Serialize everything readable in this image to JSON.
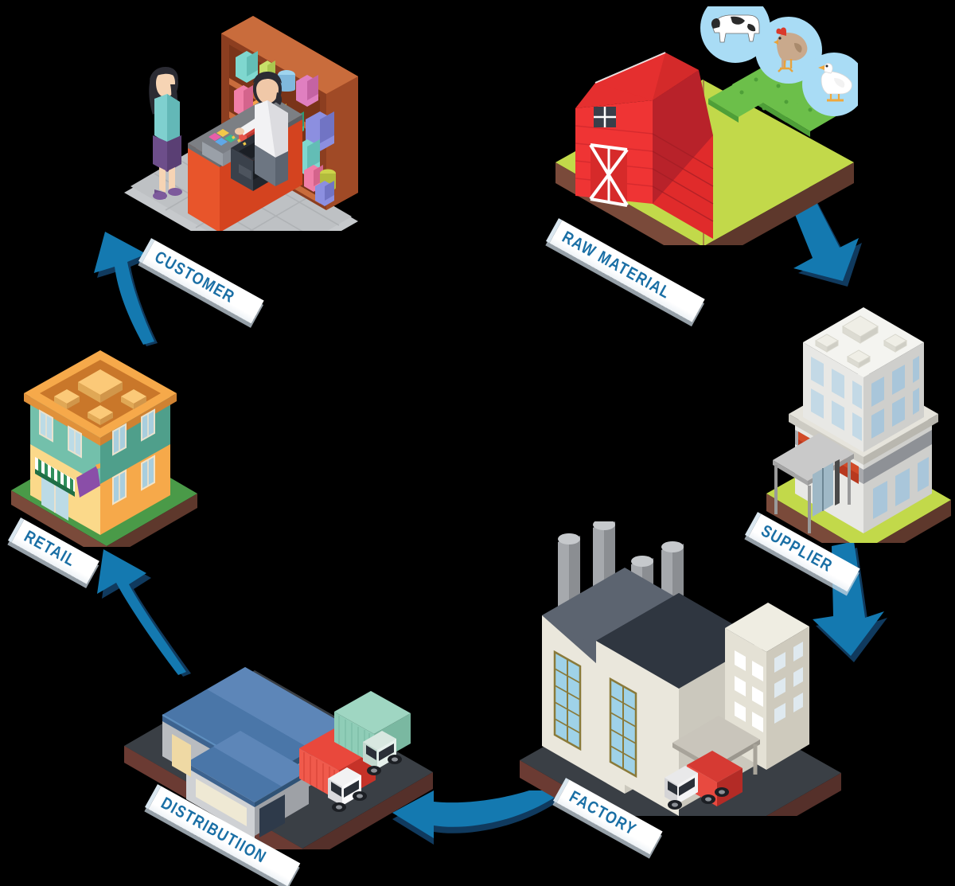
{
  "diagram": {
    "title": "Supply Chain Cycle",
    "background_color": "#000000",
    "type": "cycle-diagram",
    "direction": "clockwise",
    "stage_count": 6
  },
  "palette": {
    "arrow": "#1479b0",
    "arrow_shadow": "#103a5e",
    "label_text": "#1a6fa5",
    "label_face": "#ffffff",
    "label_edge": "#d9e6ef",
    "barn_red": "#e02b2b",
    "barn_red_dark": "#a81d22",
    "field_green": "#c2d94a",
    "crop_green": "#6cbf4a",
    "ground_brown": "#7a4a3a",
    "factory_roof": "#2f3640",
    "warehouse_roof": "#4a76a8",
    "retail_orange": "#f6a94a",
    "retail_teal": "#62b3a0",
    "bubble_blue": "#a9dcf5"
  },
  "stages": [
    {
      "id": "raw-material",
      "label": "RAW MATERIAL",
      "order": 1,
      "scene": "farm",
      "elements": [
        "red-barn",
        "crop-field",
        "cow-bubble",
        "chicken-bubble",
        "duck-bubble"
      ]
    },
    {
      "id": "supplier",
      "label": "SUPPLIER",
      "order": 2,
      "scene": "office-building",
      "elements": [
        "office-tower",
        "entrance-canopy",
        "red-awning-band",
        "lawn"
      ]
    },
    {
      "id": "factory",
      "label": "FACTORY",
      "order": 3,
      "scene": "factory-plant",
      "elements": [
        "factory-hall",
        "smokestacks",
        "office-block",
        "delivery-truck"
      ]
    },
    {
      "id": "distribution",
      "label": "DISTRIBUTIION",
      "order": 4,
      "scene": "warehouse-yard",
      "elements": [
        "warehouse",
        "annex-warehouse",
        "red-container-truck",
        "green-container-truck"
      ]
    },
    {
      "id": "retail",
      "label": "RETAIL",
      "order": 5,
      "scene": "shop-building",
      "elements": [
        "shop",
        "striped-awning",
        "purple-sign",
        "lawn"
      ]
    },
    {
      "id": "customer",
      "label": "CUSTOMER",
      "order": 6,
      "scene": "store-interior",
      "elements": [
        "customer-person",
        "cashier-person",
        "checkout-counter",
        "cash-register",
        "shopping-basket",
        "product-shelf"
      ]
    }
  ],
  "arrows": [
    {
      "id": "arrow-raw-to-supplier",
      "from": "raw-material",
      "to": "supplier",
      "direction": "down-right"
    },
    {
      "id": "arrow-supplier-to-factory",
      "from": "supplier",
      "to": "factory",
      "direction": "down-left"
    },
    {
      "id": "arrow-factory-to-distribution",
      "from": "factory",
      "to": "distribution",
      "direction": "left"
    },
    {
      "id": "arrow-distribution-to-retail",
      "from": "distribution",
      "to": "retail",
      "direction": "up-left"
    },
    {
      "id": "arrow-retail-to-customer",
      "from": "retail",
      "to": "customer",
      "direction": "up"
    }
  ],
  "farm_animals": [
    {
      "id": "cow",
      "name": "cow"
    },
    {
      "id": "chicken",
      "name": "chicken"
    },
    {
      "id": "duck",
      "name": "duck"
    }
  ]
}
